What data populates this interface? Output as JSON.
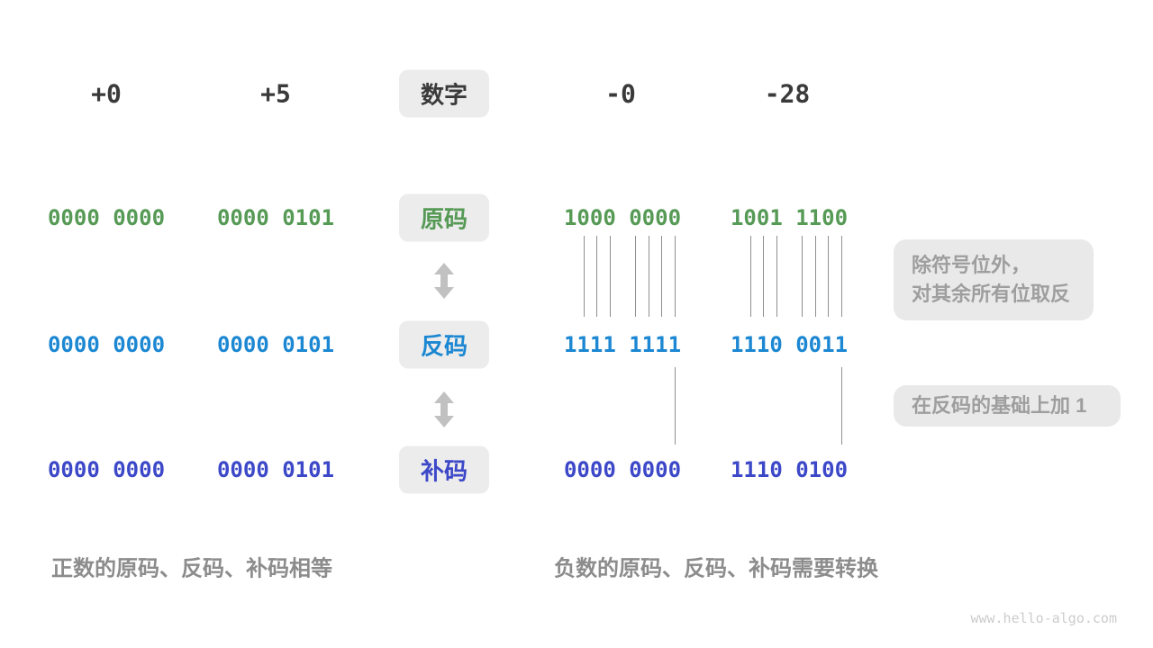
{
  "watermark": "www.hello-algo.com",
  "colors": {
    "sign_magnitude_green": "#569a56",
    "ones_complement_blue": "#1c87d2",
    "twos_complement_indigo": "#3c48c8",
    "badge_background": "#ececec",
    "annotation_gray": "#9e9e9e",
    "caption_gray": "#8c8c8c"
  },
  "header": {
    "label": "数字",
    "numbers": [
      "+0",
      "+5",
      "-0",
      "-28"
    ]
  },
  "rows": {
    "sign_magnitude": {
      "label": "原码",
      "values": [
        "0000 0000",
        "0000 0101",
        "1000 0000",
        "1001 1100"
      ]
    },
    "ones_complement": {
      "label": "反码",
      "values": [
        "0000 0000",
        "0000 0101",
        "1111 1111",
        "1110 0011"
      ]
    },
    "twos_complement": {
      "label": "补码",
      "values": [
        "0000 0000",
        "0000 0101",
        "0000 0000",
        "1110 0100"
      ]
    }
  },
  "annotations": {
    "invert_bits": "除符号位外，\n对其余所有位取反",
    "add_one": "在反码的基础上加  1"
  },
  "captions": {
    "positive": "正数的原码、反码、补码相等",
    "negative": "负数的原码、反码、补码需要转换"
  }
}
